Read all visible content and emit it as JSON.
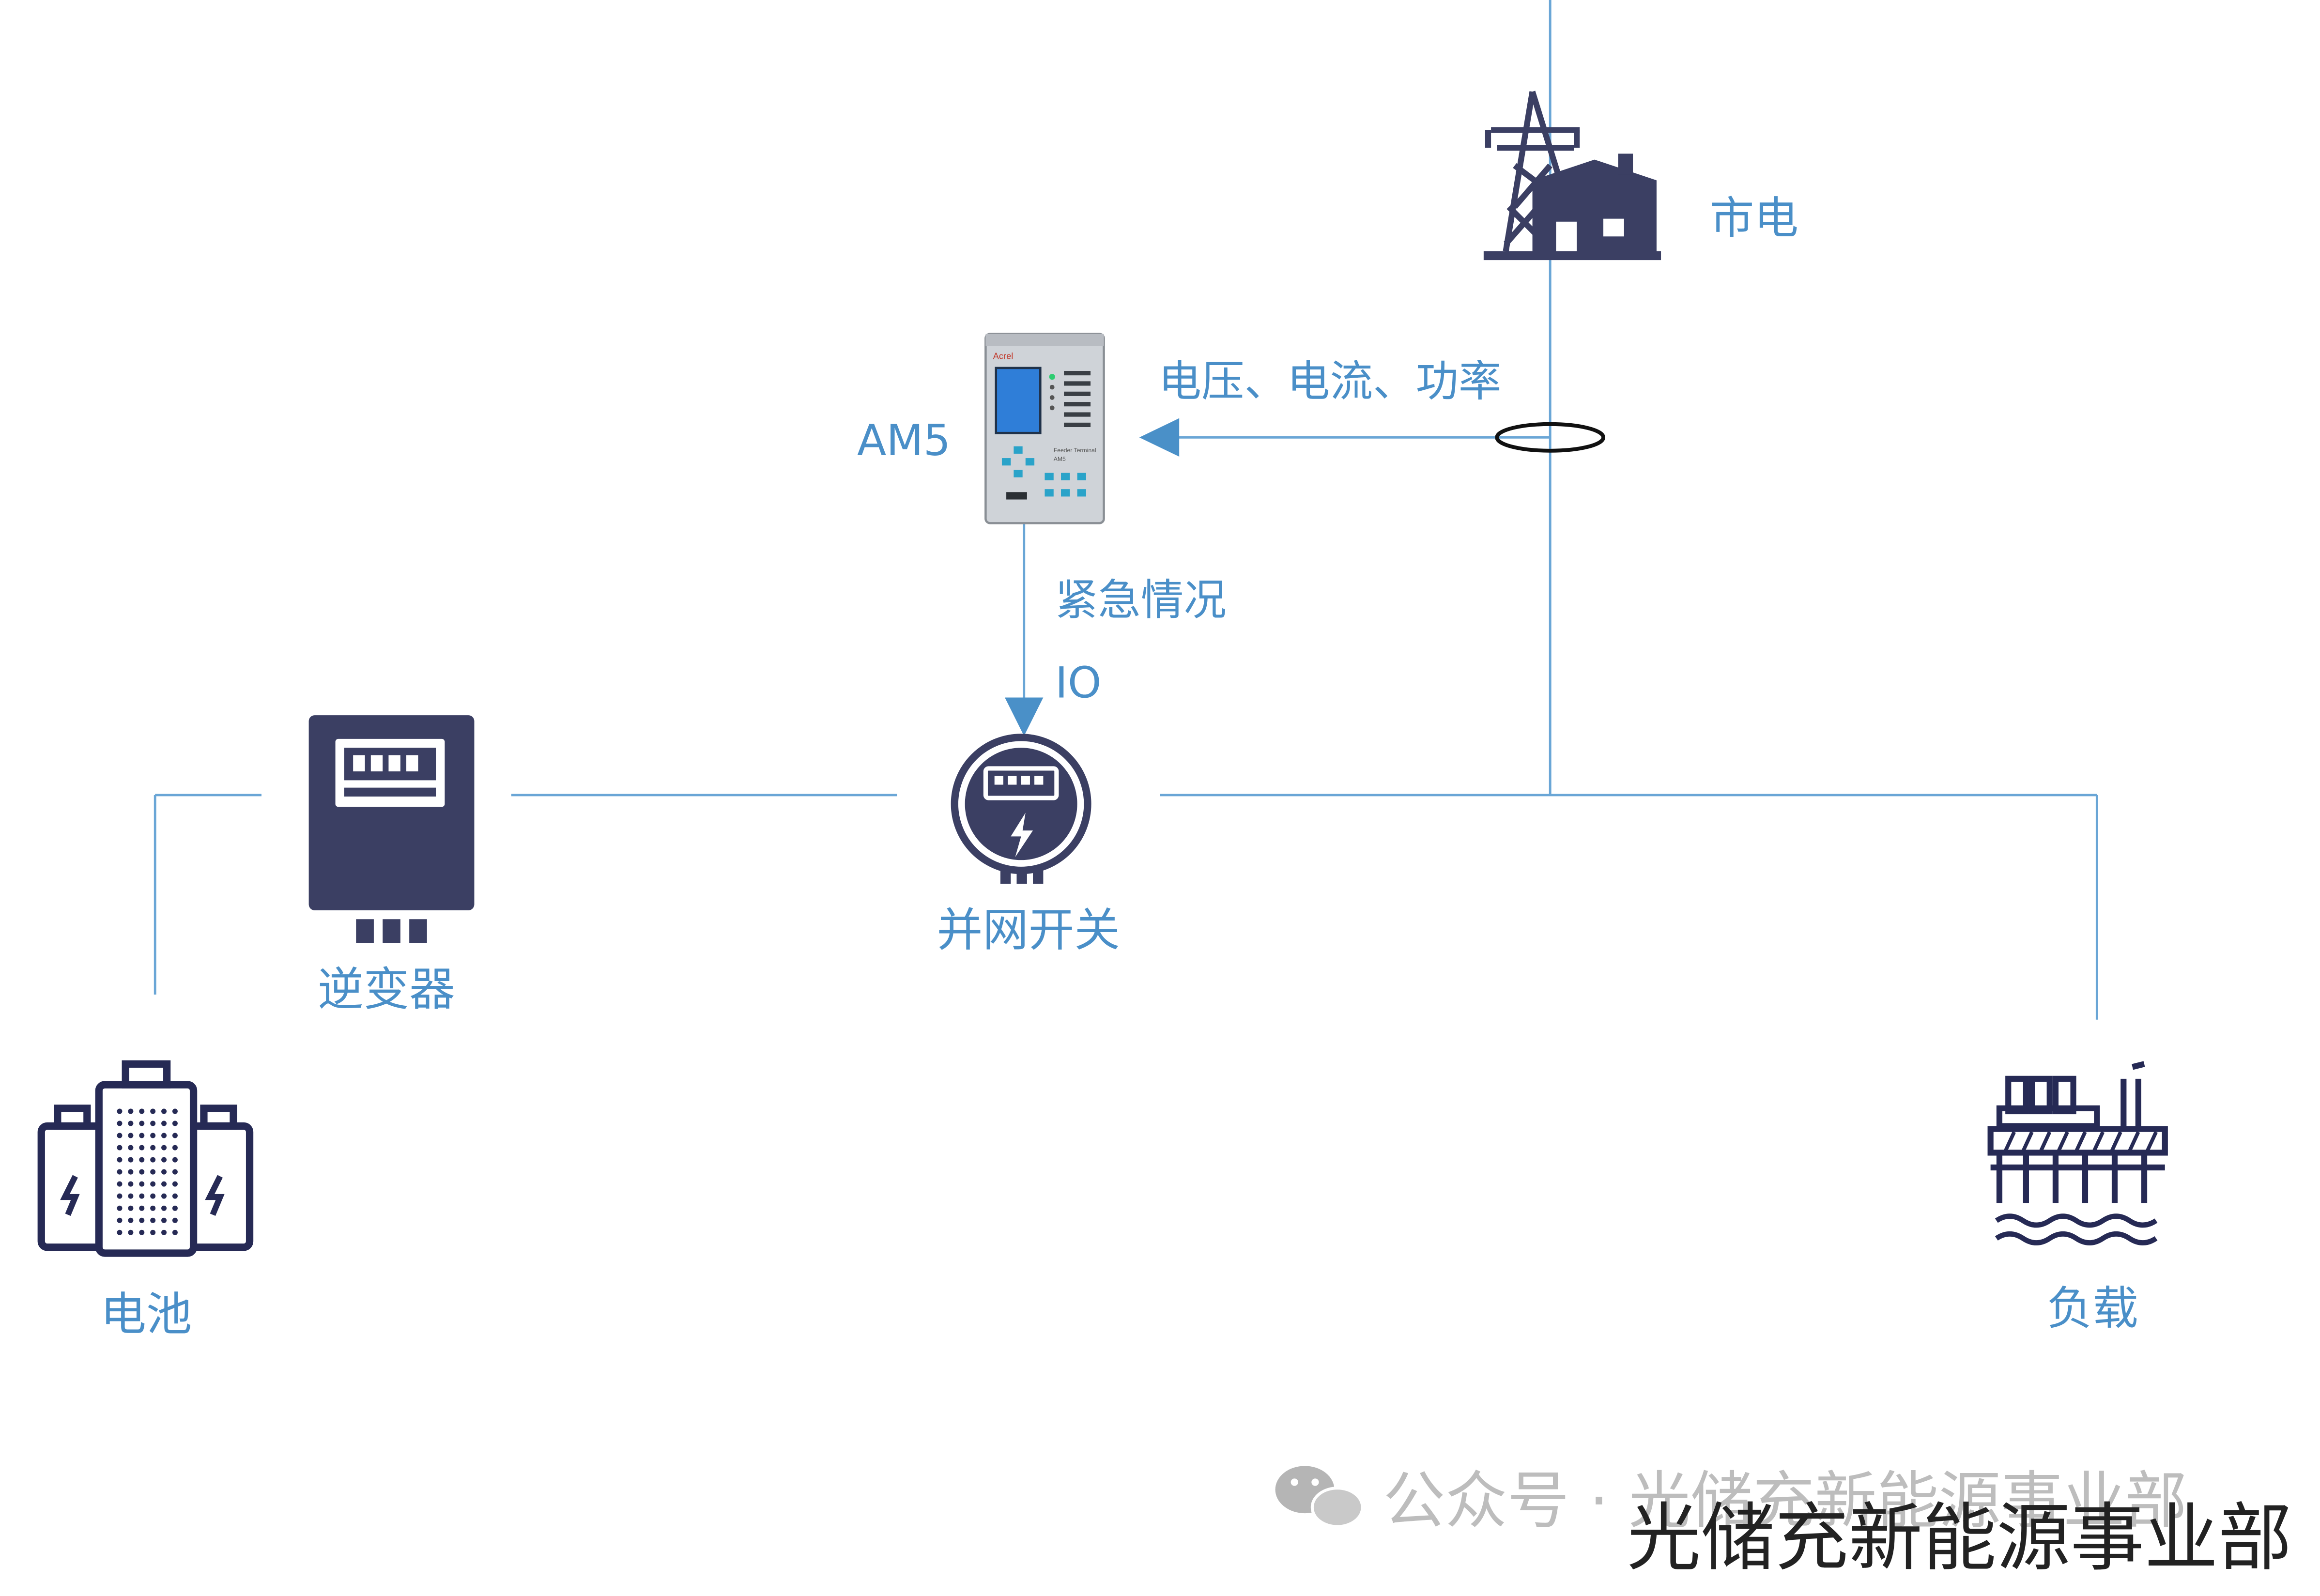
{
  "nodes": {
    "grid": {
      "label": "市电",
      "icon": "power-tower-house-icon"
    },
    "am5": {
      "label": "AM5",
      "icon": "protection-relay-device-icon",
      "brand": "Acrel",
      "panel_text": "Feeder Terminal",
      "panel_model": "AM5"
    },
    "switch": {
      "label": "并网开关",
      "icon": "meter-switch-icon"
    },
    "inverter": {
      "label": "逆变器",
      "icon": "inverter-cabinet-icon"
    },
    "battery": {
      "label": "电池",
      "icon": "battery-pack-icon"
    },
    "load": {
      "label": "负载",
      "icon": "offshore-platform-icon"
    }
  },
  "edges": {
    "measure": {
      "label": "电压、电流、功率"
    },
    "control": {
      "label_1": "紧急情况",
      "label_2": "IO"
    }
  },
  "watermark": {
    "channel": "公众号 · 光储充新能源事业部",
    "overlay": "光储充新能源事业部",
    "icon": "wechat-icon"
  },
  "colors": {
    "line": "#4a90c8",
    "text": "#4a8fc8",
    "icon": "#3b3f63",
    "watermark": "#9a9a9a",
    "overlay": "#222222"
  }
}
